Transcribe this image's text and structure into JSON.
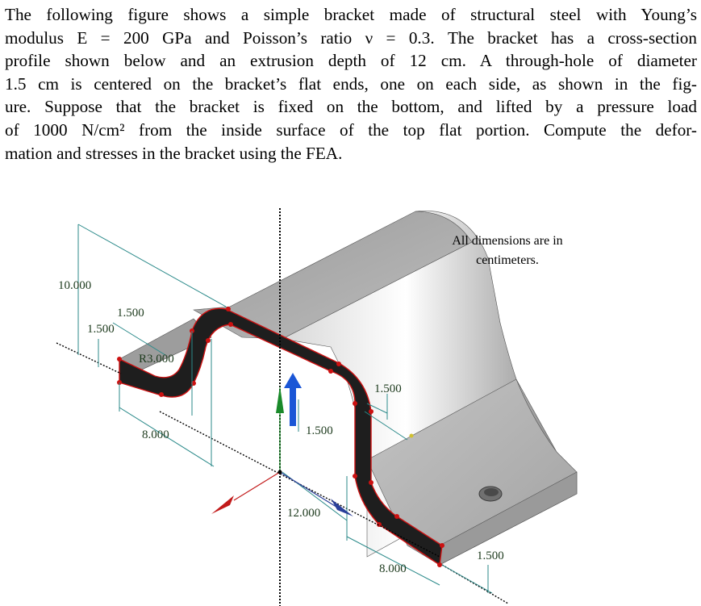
{
  "problem": {
    "lines": [
      "The following figure shows a simple bracket made of structural steel with Young’s",
      "modulus E = 200 GPa and Poisson’s ratio ν = 0.3. The bracket has a cross-section",
      "profile shown below and an extrusion depth of 12 cm. A through-hole of diameter",
      "1.5 cm is centered on the bracket’s flat ends, one on each side, as shown in the fig-",
      "ure. Suppose that the bracket is fixed on the bottom, and lifted by a pressure load",
      "of 1000 N/cm² from the inside surface of the top flat portion. Compute the defor-",
      "mation and stresses in the bracket using the FEA."
    ]
  },
  "figure": {
    "note_line1": "All dimensions are in",
    "note_line2": "centimeters.",
    "dims": {
      "height": "10.000",
      "thick_top": "1.500",
      "thick_left": "1.500",
      "radius": "R3.000",
      "right_flange": "1.500",
      "left_width": "8.000",
      "mid_width": "1.500",
      "depth": "12.000",
      "bottom_width": "8.000",
      "bottom_thick": "1.500"
    },
    "colors": {
      "profile_fill": "#1e1e1e",
      "edge_red": "#cc1111",
      "dimension_line": "#2b8a8a",
      "load_arrow": "#1a56d6",
      "body_gray": "#b9b9b9"
    }
  }
}
